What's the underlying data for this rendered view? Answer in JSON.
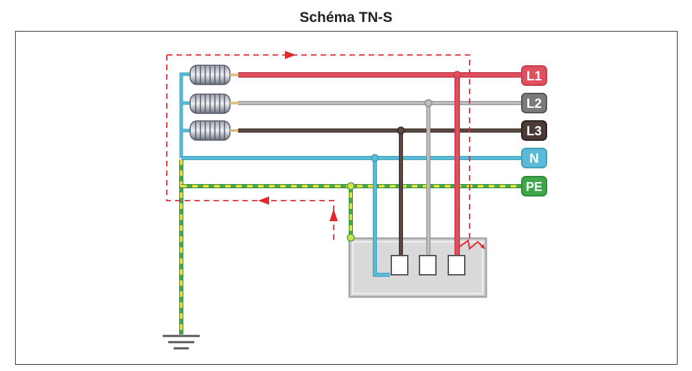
{
  "title": "Schéma TN-S",
  "conductors": [
    {
      "id": "L1",
      "label": "L1",
      "color": "#e1505f",
      "stroke_color": "#c83a4a"
    },
    {
      "id": "L2",
      "label": "L2",
      "color": "#b4b4b4",
      "stroke_color": "#8c8c8c"
    },
    {
      "id": "L3",
      "label": "L3",
      "color": "#5a4640",
      "stroke_color": "#3e2f2a"
    },
    {
      "id": "N",
      "label": "N",
      "color": "#5bbbd6",
      "stroke_color": "#3ea0bd"
    },
    {
      "id": "PE",
      "label": "PE",
      "color": "#3fa64a",
      "stroke_color": "#2e8a38"
    }
  ],
  "colors": {
    "fault_loop": "#e0282d",
    "pe_green": "#4aa84a",
    "pe_yellow": "#e5de3b",
    "enclosure_fill": "#d9d9d9",
    "enclosure_border": "#a8a8a8",
    "coil": "#555a66"
  }
}
